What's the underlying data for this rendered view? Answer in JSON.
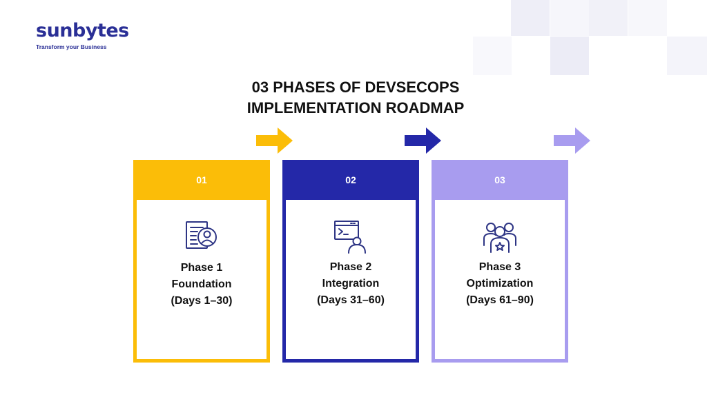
{
  "brand": {
    "name": "sunbytes",
    "tagline": "Transform your Business"
  },
  "heading": {
    "line1": "03 PHASES OF DEVSECOPS",
    "line2": "IMPLEMENTATION ROADMAP"
  },
  "colors": {
    "phase1": "#fbbd08",
    "phase2": "#2428a8",
    "phase3": "#a89cef",
    "brand": "#2a2f96",
    "icon": "#2d3484"
  },
  "phases": [
    {
      "number": "01",
      "title": "Phase 1",
      "name": "Foundation",
      "days": "(Days 1–30)",
      "icon": "document-user-icon"
    },
    {
      "number": "02",
      "title": "Phase 2",
      "name": "Integration",
      "days": "(Days 31–60)",
      "icon": "terminal-user-icon"
    },
    {
      "number": "03",
      "title": "Phase 3",
      "name": "Optimization",
      "days": "(Days 61–90)",
      "icon": "team-star-icon"
    }
  ]
}
